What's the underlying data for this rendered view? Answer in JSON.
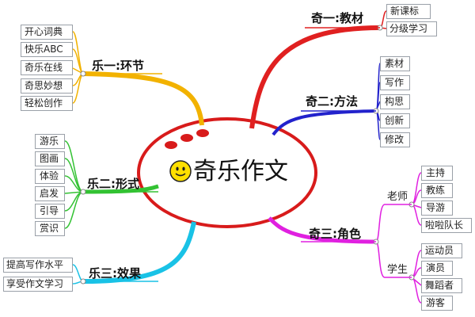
{
  "center": {
    "title": "奇乐作文"
  },
  "left_branches": {
    "b1": {
      "label": "乐一:环节",
      "color": "#f2b200",
      "items": [
        "开心词典",
        "快乐ABC",
        "奇乐在线",
        "奇思妙想",
        "轻松创作"
      ]
    },
    "b2": {
      "label": "乐二:形式",
      "color": "#33c233",
      "items": [
        "游乐",
        "图画",
        "体验",
        "启发",
        "引导",
        "赏识"
      ]
    },
    "b3": {
      "label": "乐三:效果",
      "color": "#19c2e6",
      "items": [
        "提高写作水平",
        "享受作文学习"
      ]
    }
  },
  "right_branches": {
    "b1": {
      "label": "奇一:教材",
      "color": "#e02020",
      "items": [
        "新课标",
        "分级学习"
      ]
    },
    "b2": {
      "label": "奇二:方法",
      "color": "#2222cc",
      "items": [
        "素材",
        "写作",
        "构思",
        "创新",
        "修改"
      ]
    },
    "b3": {
      "label": "奇三:角色",
      "color": "#e020e0",
      "groups": [
        {
          "label": "老师",
          "items": [
            "主持",
            "教练",
            "导游",
            "啦啦队长"
          ]
        },
        {
          "label": "学生",
          "items": [
            "运动员",
            "演员",
            "舞蹈者",
            "游客"
          ]
        }
      ]
    }
  }
}
